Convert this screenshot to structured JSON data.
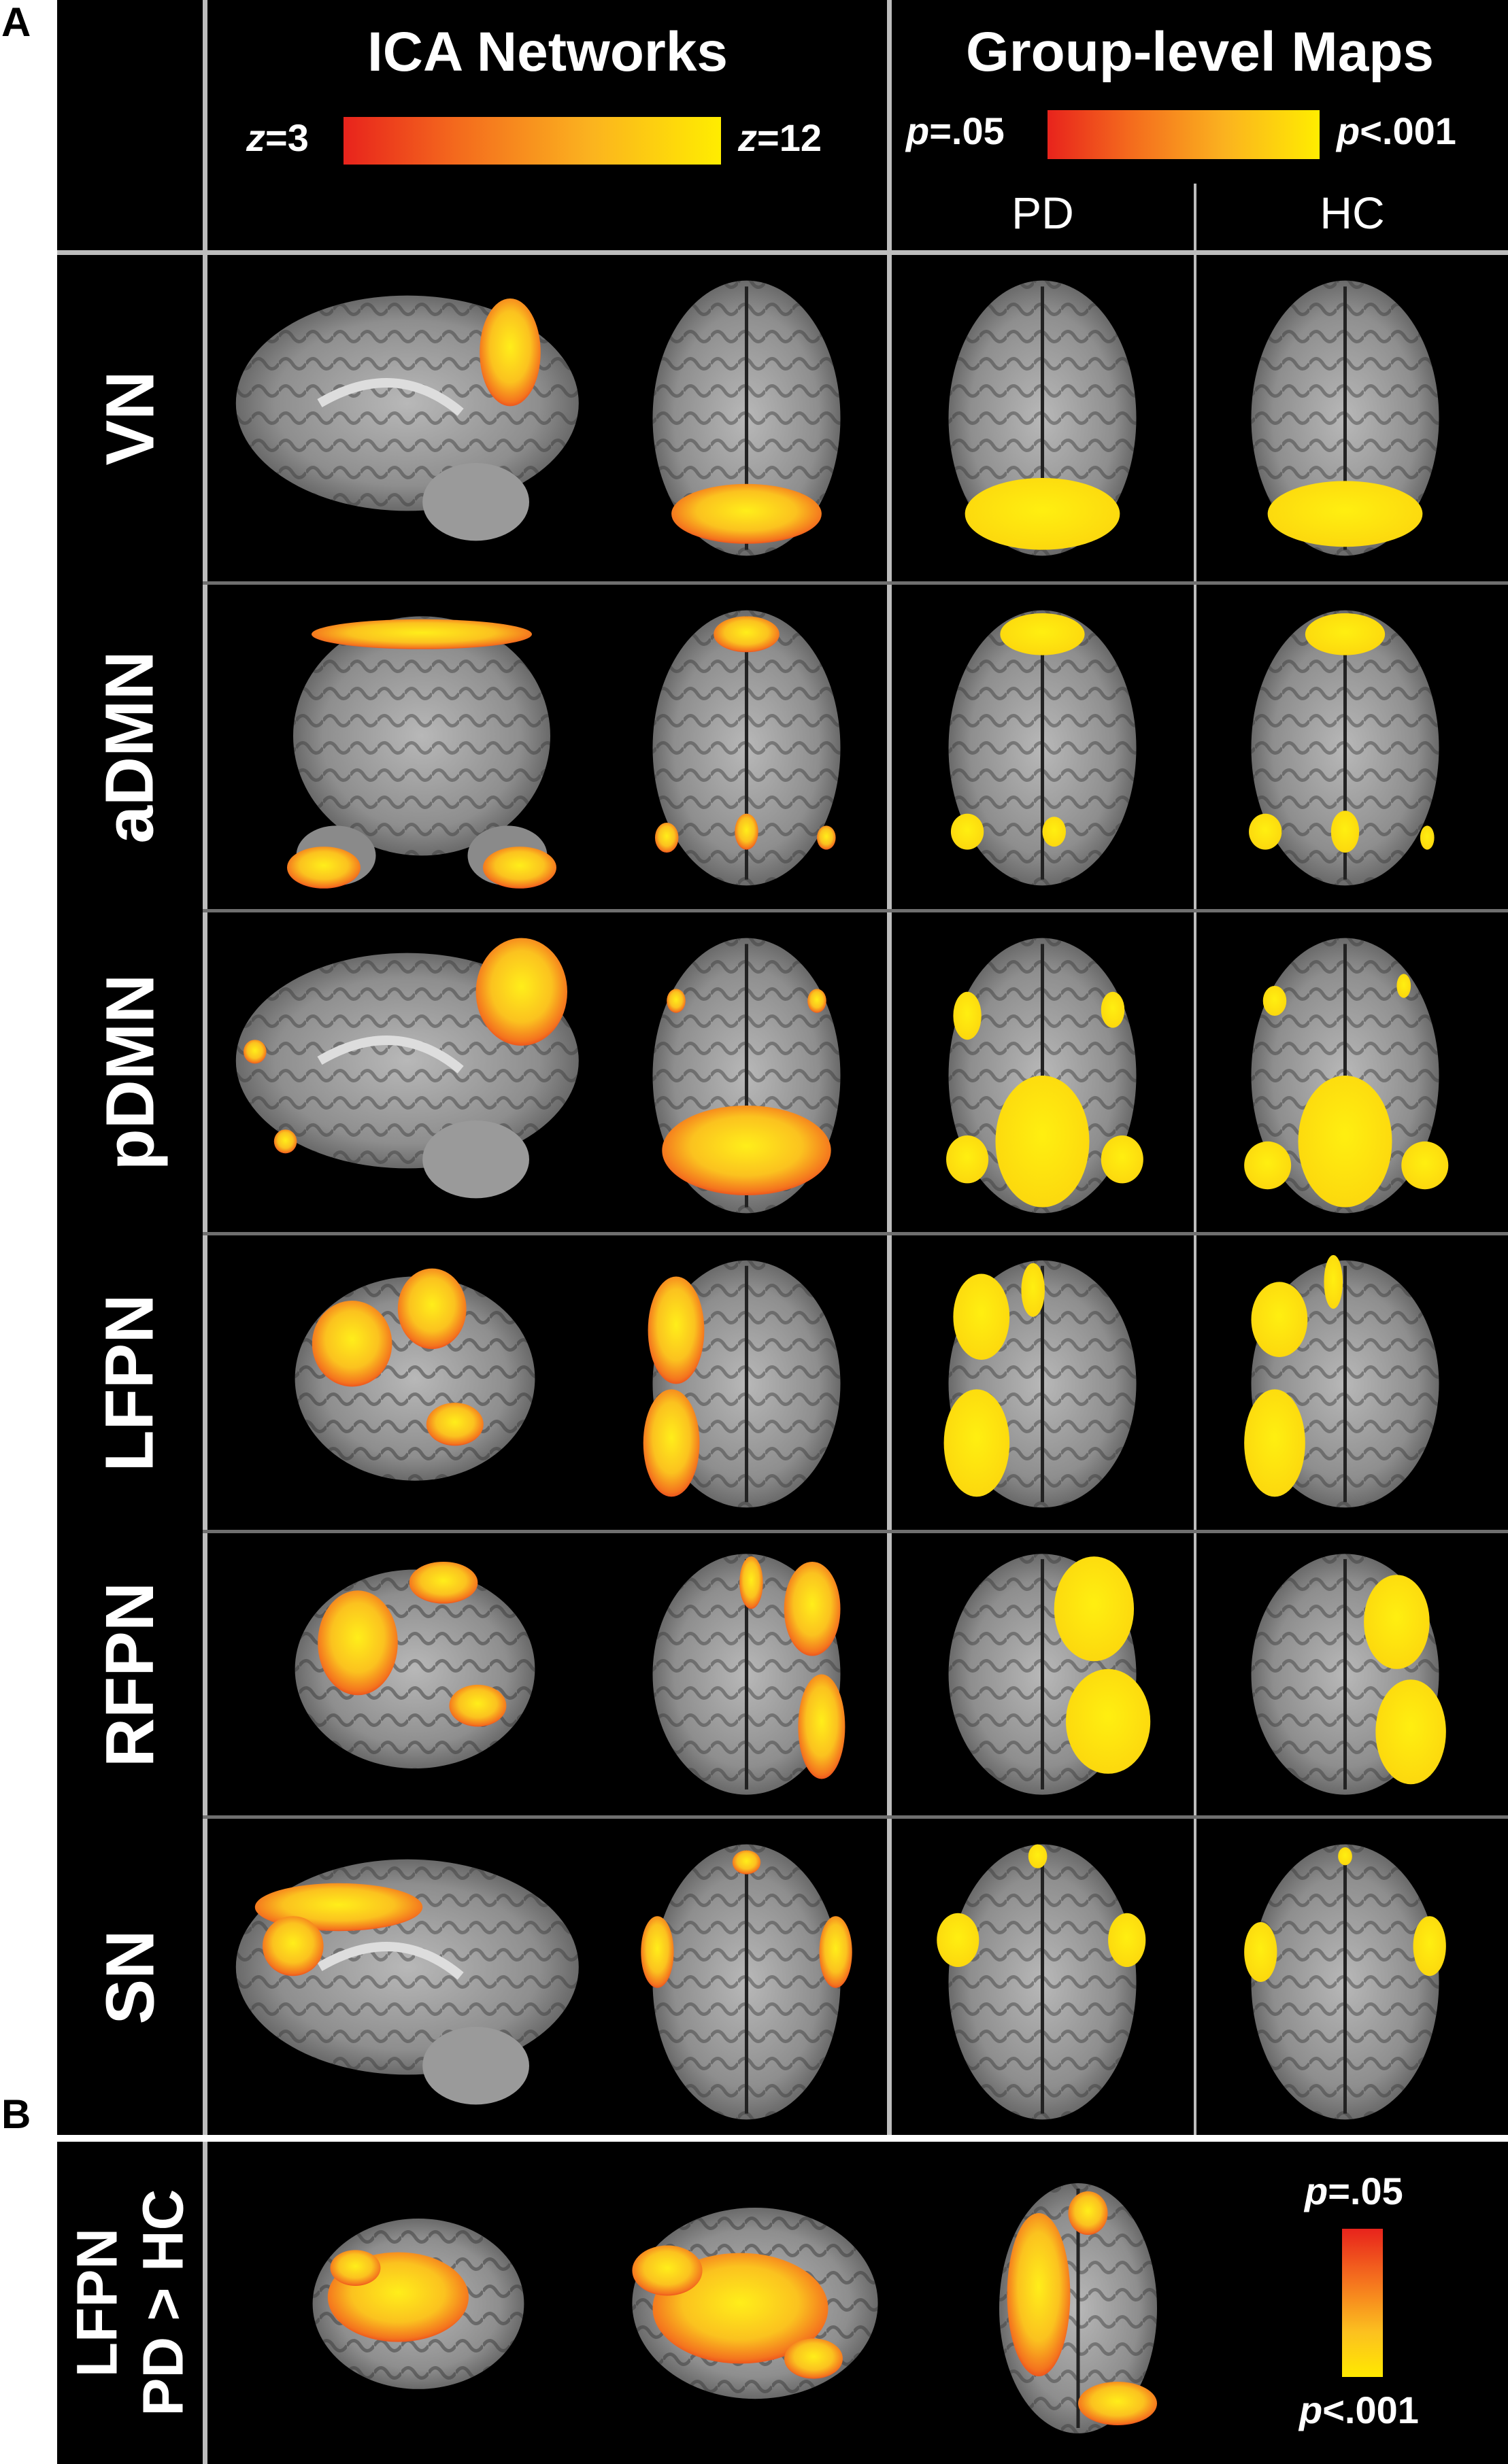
{
  "panels": {
    "a": "A",
    "b": "B"
  },
  "header": {
    "ica_title": "ICA Networks",
    "group_title": "Group-level Maps",
    "ica_scale": {
      "low_var": "z",
      "low_val": "=3",
      "high_var": "z",
      "high_val": "=12"
    },
    "group_scale": {
      "low_var": "p",
      "low_val": "=.05",
      "high_var": "p",
      "high_val": "<.001"
    },
    "groups": [
      "PD",
      "HC"
    ]
  },
  "rows": [
    {
      "label": "VN"
    },
    {
      "label": "aDMN"
    },
    {
      "label": "pDMN"
    },
    {
      "label": "LFPN"
    },
    {
      "label": "RFPN"
    },
    {
      "label": "SN"
    }
  ],
  "panel_b": {
    "label_line1": "LFPN",
    "label_line2": "PD > HC",
    "scale": {
      "top_var": "p",
      "top_val": "=.05",
      "bottom_var": "p",
      "bottom_val": "<.001"
    }
  },
  "colors": {
    "background": "#000000",
    "divider": "#bdbdbd",
    "low": "#e8231c",
    "high": "#ffed00"
  }
}
